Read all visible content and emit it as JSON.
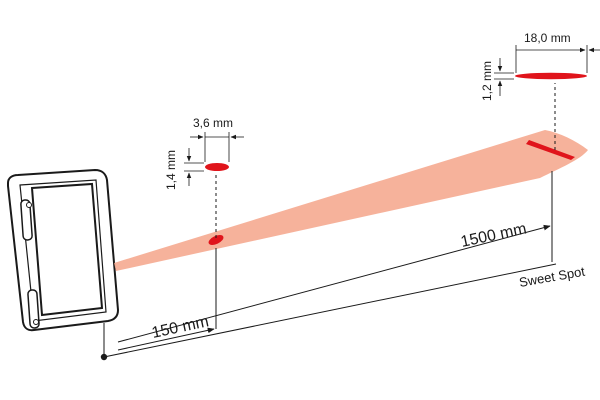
{
  "near_spot": {
    "width": "3,6 mm",
    "height": "1,4 mm",
    "distance": "150 mm"
  },
  "far_spot": {
    "width": "18,0 mm",
    "height": "1,2 mm",
    "distance": "1500 mm",
    "caption": "Sweet Spot"
  },
  "colors": {
    "beam": "#f5a48a",
    "spot": "#e0141b",
    "line": "#1a1a1a"
  }
}
